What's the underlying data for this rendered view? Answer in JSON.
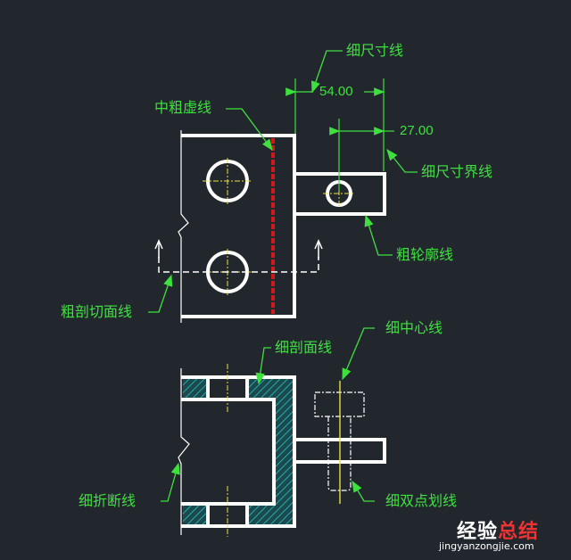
{
  "labels": {
    "thin_dimension_line": "细尺寸线",
    "medium_thick_dashed_line": "中粗虚线",
    "thin_extension_line": "细尺寸界线",
    "thick_outline": "粗轮廓线",
    "thick_cutting_plane_line": "粗剖切面线",
    "thin_hatch_line": "细剖面线",
    "thin_center_line": "细中心线",
    "thin_break_line": "细折断线",
    "thin_double_dot_line": "细双点划线"
  },
  "dimensions": {
    "overall": "54.00",
    "hole": "27.00"
  },
  "watermark": {
    "title_a": "经验",
    "title_b": "总结",
    "url": "jingyanzongjie.com"
  },
  "colors": {
    "background": "#22272e",
    "label": "#3ee03e",
    "outline": "#ffffff",
    "hidden": "#d01818",
    "center": "#e8e040",
    "hatch": "#1aa0a0"
  }
}
